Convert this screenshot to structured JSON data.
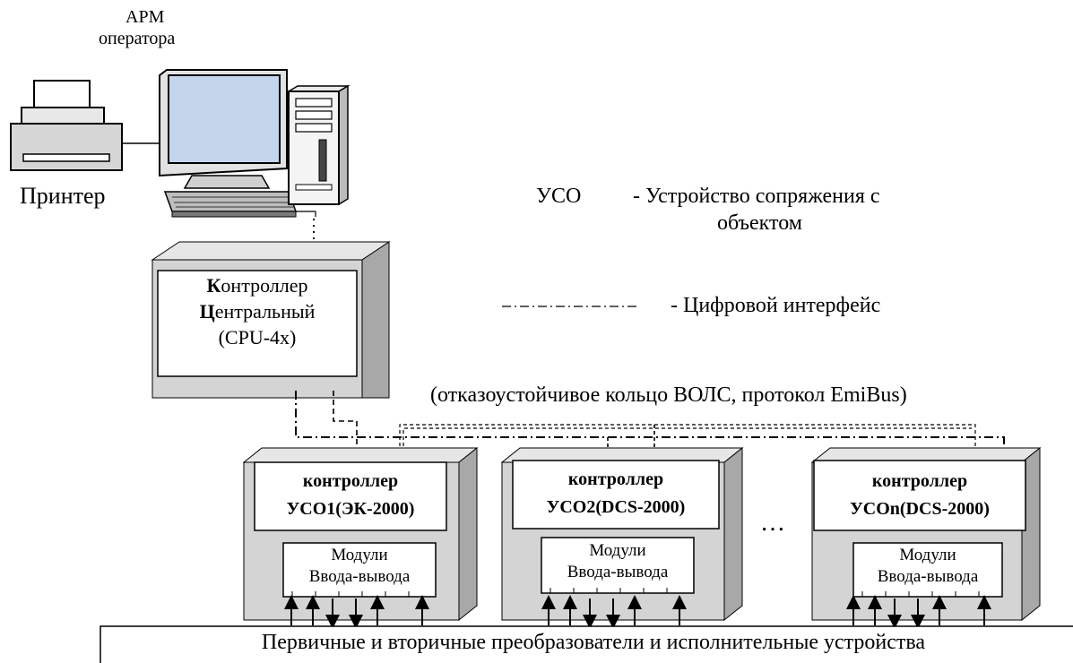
{
  "workstation": {
    "label_line1": "АРМ",
    "label_line2": "оператора"
  },
  "printer": {
    "label": "Принтер"
  },
  "legend": {
    "uso_abbr": "УСО",
    "uso_def_line1": "- Устройство сопряжения с",
    "uso_def_line2": "объектом",
    "digital_interface": "- Цифровой интерфейс"
  },
  "central_controller": {
    "line1_bold": "К",
    "line1_rest": "онтроллер",
    "line2_bold": "Ц",
    "line2_rest": "ентральный",
    "line3": "(CPU-4x)"
  },
  "ring_caption": "(отказоустойчивое кольцо ВОЛС, протокол EmiBus)",
  "uso_blocks": [
    {
      "title_line1": "контроллер",
      "title_line2": "УСО1(ЭК-2000)",
      "module_line1": "Модули",
      "module_line2": "Ввода-вывода",
      "arrows": [
        "up",
        "up",
        "down",
        "down",
        "up",
        "up"
      ]
    },
    {
      "title_line1": "контроллер",
      "title_line2": "УСО2(DCS-2000)",
      "module_line1": "Модули",
      "module_line2": "Ввода-вывода",
      "arrows": [
        "up",
        "up",
        "down",
        "down",
        "up",
        "up"
      ]
    },
    {
      "title_line1": "контроллер",
      "title_line2": "УСОn(DCS-2000)",
      "module_line1": "Модули",
      "module_line2": "Ввода-вывода",
      "arrows": [
        "up",
        "up",
        "down",
        "down",
        "up",
        "up"
      ]
    }
  ],
  "ellipsis": "…",
  "field_devices": "Первичные и вторичные преобразователи и исполнительные устройства",
  "colors": {
    "box_shade": "#d4d4d4",
    "box_shade_dark": "#a8a8a8",
    "box_shade_top": "#e6e6e6",
    "screen": "#c4d6ec",
    "line": "#000000"
  }
}
